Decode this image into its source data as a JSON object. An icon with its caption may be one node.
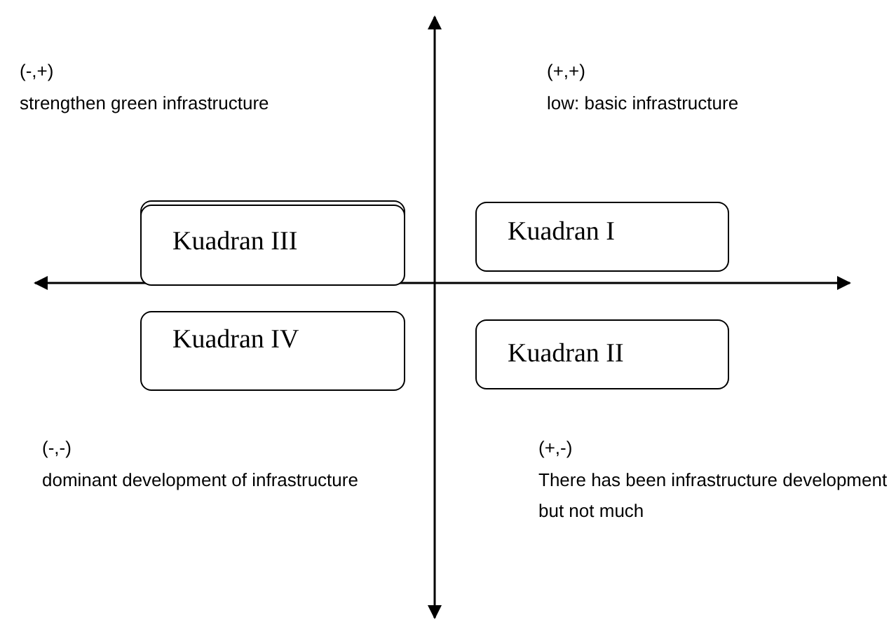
{
  "diagram": {
    "nodes": [
      {
        "text": [
          "Kuadran III"
        ]
      },
      {
        "text": [
          "Kuadran I"
        ]
      },
      {
        "text": [
          "Kuadran IV"
        ]
      },
      {
        "text": [
          "Kuadran II"
        ]
      }
    ],
    "labels": [
      "(-,+)",
      "strengthen green infrastructure",
      "(+,+)",
      "low: basic infrastructure",
      "(-,-)",
      "dominant development of infrastructure",
      "(+,-)",
      "There has been infrastructure development but not much"
    ]
  }
}
